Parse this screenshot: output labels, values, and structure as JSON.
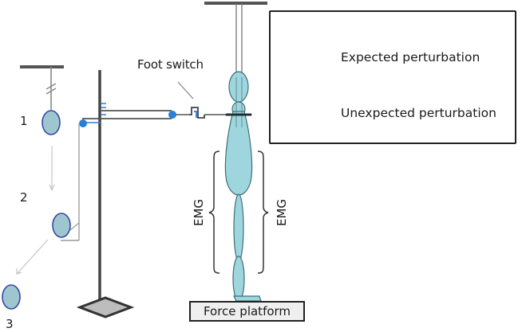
{
  "diagram": {
    "title": "Perturbation experiment setup",
    "labels": {
      "foot_switch": "Foot switch",
      "emg_left": "EMG",
      "emg_right": "EMG",
      "force_platform": "Force platform"
    },
    "pendulum_positions": [
      "1",
      "2",
      "3"
    ],
    "legend": {
      "items": [
        {
          "icon": "speaker-sound-icon",
          "label": "Expected perturbation"
        },
        {
          "icon": "speaker-muted-icon",
          "label": "Unexpected perturbation"
        }
      ]
    },
    "colors": {
      "body_fill": "#9fd6de",
      "body_stroke": "#3b6f77",
      "ball_fill": "#9ec6cf",
      "ball_stroke": "#3a48a8",
      "pivot_blue": "#2a7ed8",
      "line_dark": "#444444",
      "line_light": "#b8b8b8",
      "base_fill": "#bdbdbd",
      "speaker": "#666666"
    }
  }
}
